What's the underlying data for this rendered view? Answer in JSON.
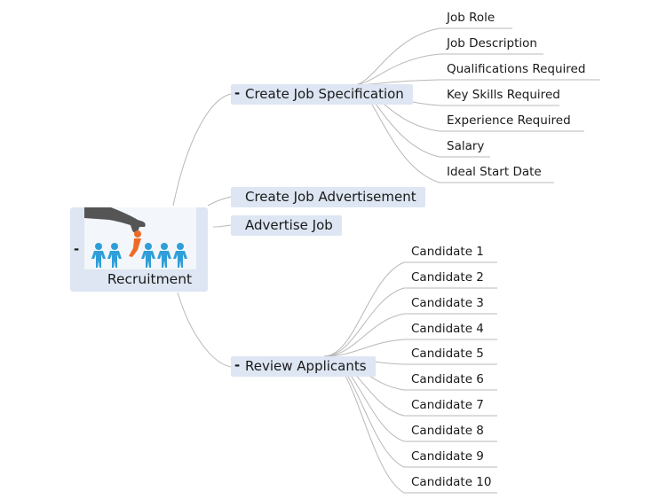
{
  "root": {
    "label": "Recruitment",
    "collapse_symbol": "-",
    "icon": "recruitment-hand-picking-person-icon",
    "colors": {
      "people": "#2f9ed8",
      "picked_person": "#ef6a27",
      "hand": "#555555"
    }
  },
  "branches": [
    {
      "id": "spec",
      "label": "Create Job Specification",
      "collapse_symbol": "-",
      "children": [
        "Job Role",
        "Job Description",
        "Qualifications Required",
        "Key Skills Required",
        "Experience Required",
        "Salary",
        "Ideal Start Date"
      ]
    },
    {
      "id": "advert",
      "label": "Create Job Advertisement",
      "collapse_symbol": "",
      "children": []
    },
    {
      "id": "advertise",
      "label": "Advertise Job",
      "collapse_symbol": "",
      "children": []
    },
    {
      "id": "review",
      "label": "Review Applicants",
      "collapse_symbol": "-",
      "children": [
        "Candidate 1",
        "Candidate 2",
        "Candidate 3",
        "Candidate 4",
        "Candidate 5",
        "Candidate 6",
        "Candidate 7",
        "Candidate 8",
        "Candidate 9",
        "Candidate 10"
      ]
    }
  ],
  "colors": {
    "branch_fill": "#dde6f2",
    "connector": "#b8b8b8",
    "leaf_underline": "#b8b8b8"
  }
}
